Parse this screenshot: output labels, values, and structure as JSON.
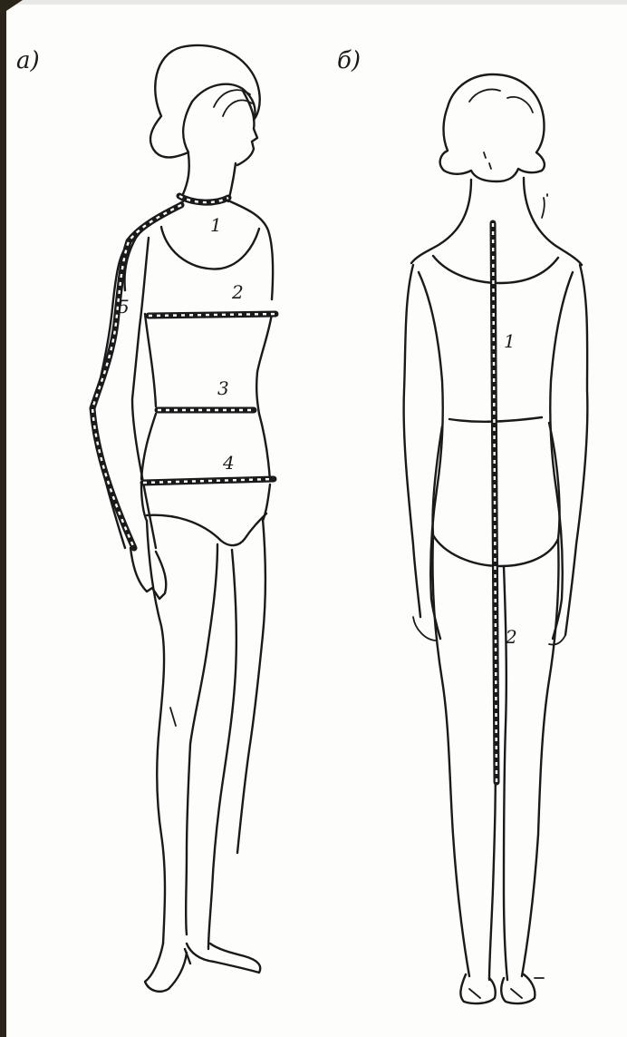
{
  "panels": {
    "front": {
      "label": "а)"
    },
    "back": {
      "label": "б)"
    }
  },
  "front_measurements": [
    "1",
    "2",
    "3",
    "4",
    "5"
  ],
  "back_measurements": [
    "1",
    "2"
  ],
  "colors": {
    "ink": "#1a1a1a",
    "paper": "#fdfdfb",
    "frame": "#2b2418"
  }
}
